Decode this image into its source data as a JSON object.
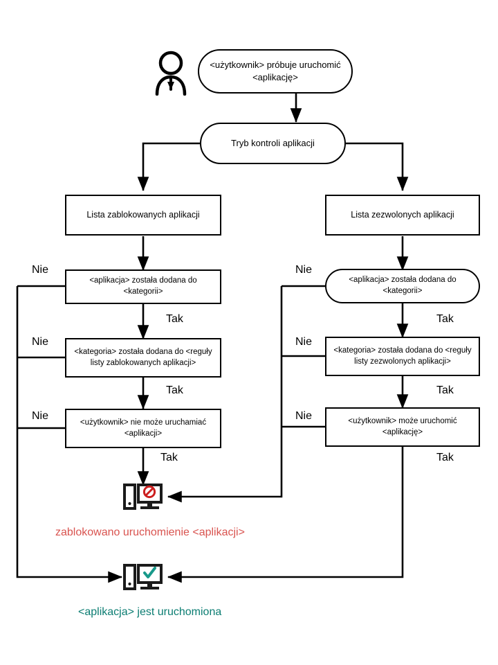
{
  "diagram": {
    "title": "Application control flow",
    "language": "pl",
    "colors": {
      "stroke": "#000000",
      "blocked_text": "#d9534f",
      "allowed_text": "#0b7d72",
      "blocked_badge": "#cc1f1f",
      "allowed_badge": "#18998a",
      "background": "#ffffff"
    }
  },
  "actor": {
    "name": "user-actor-icon",
    "label": ""
  },
  "nodes": {
    "start": {
      "text": "<użytkownik> próbuje uruchomić\n<aplikację>",
      "shape": "terminator"
    },
    "mode": {
      "text": "Tryb kontroli aplikacji",
      "shape": "terminator"
    },
    "denylist": {
      "text": "Lista zablokowanych aplikacji",
      "shape": "rect"
    },
    "allowlist": {
      "text": "Lista zezwolonych aplikacji",
      "shape": "rect"
    },
    "deny_app_in_category": {
      "text": "<aplikacja> została dodana do <kategorii>",
      "shape": "rect"
    },
    "allow_app_in_category": {
      "text": "<aplikacja> została dodana do <kategorii>",
      "shape": "terminator"
    },
    "deny_category_in_rule": {
      "text": "<kategoria> została dodana do <reguły\nlisty zablokowanych aplikacji>",
      "shape": "rect"
    },
    "allow_category_in_rule": {
      "text": "<kategoria> została dodana do <reguły\nlisty zezwolonych aplikacji>",
      "shape": "rect"
    },
    "deny_user_cannot": {
      "text": "<użytkownik> nie może uruchamiać\n<aplikacji>",
      "shape": "rect"
    },
    "allow_user_can": {
      "text": "<użytkownik> może uruchomić <aplikację>",
      "shape": "rect"
    }
  },
  "edge_labels": {
    "deny_no_1": "Nie",
    "deny_no_2": "Nie",
    "deny_no_3": "Nie",
    "deny_yes_1": "Tak",
    "deny_yes_2": "Tak",
    "deny_yes_3": "Tak",
    "allow_no_1": "Nie",
    "allow_no_2": "Nie",
    "allow_no_3": "Nie",
    "allow_yes_1": "Tak",
    "allow_yes_2": "Tak",
    "allow_yes_3": "Tak"
  },
  "outcomes": {
    "blocked": {
      "icon": "monitor-blocked-icon",
      "caption": "zablokowano uruchomienie <aplikacji>"
    },
    "allowed": {
      "icon": "monitor-allowed-icon",
      "caption": "<aplikacja> jest uruchomiona"
    }
  }
}
